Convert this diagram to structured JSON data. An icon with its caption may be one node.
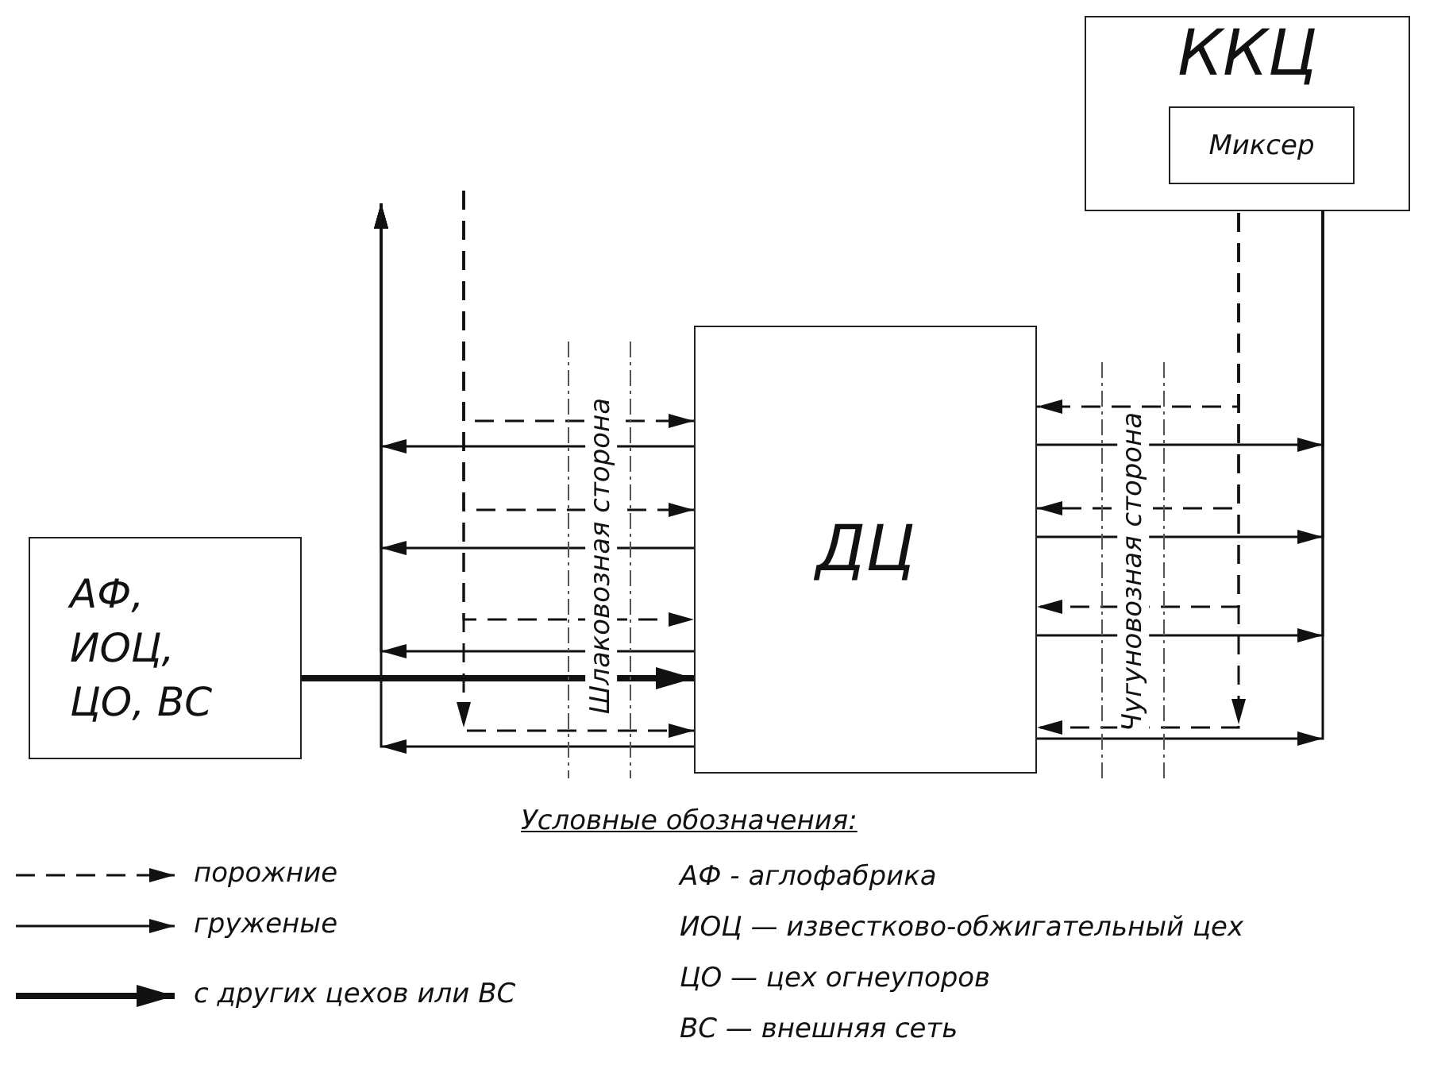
{
  "diagram": {
    "nodes": [
      {
        "text": [
          "ККЦ"
        ]
      },
      {
        "text": [
          "Миксер"
        ],
        "in": 0
      },
      {
        "text": [
          "ДЦ"
        ]
      },
      {
        "text": [
          "АФ, ИОЦ, ЦО, ВС"
        ]
      }
    ],
    "edges": [
      {
        "from": 2,
        "to": null,
        "arrow": "to"
      },
      {
        "from": 2,
        "to": null,
        "arrow": "to"
      },
      {
        "from": 2,
        "to": null,
        "arrow": "to"
      },
      {
        "from": 2,
        "to": null,
        "arrow": "to"
      },
      {
        "from": null,
        "to": 2,
        "arrow": "to",
        "style": "dashed"
      },
      {
        "from": null,
        "to": 2,
        "arrow": "to",
        "style": "dashed"
      },
      {
        "from": null,
        "to": 2,
        "arrow": "to",
        "style": "dashed"
      },
      {
        "from": null,
        "to": 2,
        "arrow": "to",
        "style": "dashed"
      },
      {
        "from": 3,
        "to": 2,
        "arrow": "to",
        "style": "thick"
      },
      {
        "from": 2,
        "to": 1,
        "arrow": "to"
      },
      {
        "from": 2,
        "to": 1,
        "arrow": "to"
      },
      {
        "from": 2,
        "to": 1,
        "arrow": "to"
      },
      {
        "from": 2,
        "to": 1,
        "arrow": "to"
      },
      {
        "from": 1,
        "to": 2,
        "arrow": "to",
        "style": "dashed"
      },
      {
        "from": 1,
        "to": 2,
        "arrow": "to",
        "style": "dashed"
      },
      {
        "from": 1,
        "to": 2,
        "arrow": "to",
        "style": "dashed"
      },
      {
        "from": 1,
        "to": 2,
        "arrow": "to",
        "style": "dashed"
      }
    ],
    "labels": [
      "Шлаковозная сторона",
      "Чугуновозная сторона",
      "Условные обозначения:",
      "АФ - аглофабрика",
      "ИОЦ — известково-обжигательный цех",
      "ЦО — цех огнеупоров",
      "ВС — внешняя сеть"
    ],
    "legend": [
      {
        "text": "порожние"
      },
      {
        "text": "груженые"
      },
      {
        "text": "с других цехов или ВС"
      }
    ]
  }
}
